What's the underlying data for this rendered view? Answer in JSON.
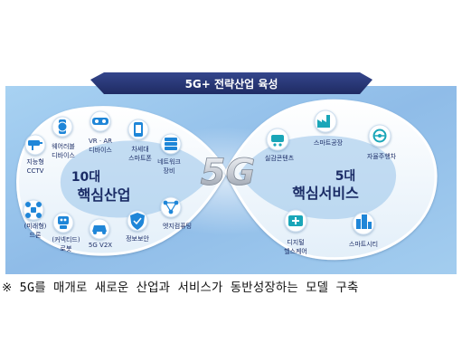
{
  "title": "5G+ 전략산업 육성",
  "center_label": "5G",
  "left_loop": {
    "count": "10대",
    "name": "핵심산업"
  },
  "right_loop": {
    "count": "5대",
    "name": "핵심서비스"
  },
  "industries": [
    {
      "id": "cctv",
      "icon": "cctv-icon",
      "line1": "지능형",
      "line2": "CCTV"
    },
    {
      "id": "wear",
      "icon": "wearable-icon",
      "line1": "웨어러블",
      "line2": "디바이스"
    },
    {
      "id": "vrar",
      "icon": "vr-headset-icon",
      "line1": "VR · AR",
      "line2": "디바이스"
    },
    {
      "id": "phone",
      "icon": "smartphone-icon",
      "line1": "차세대",
      "line2": "스마트폰"
    },
    {
      "id": "network",
      "icon": "server-icon",
      "line1": "네트워크",
      "line2": "장비"
    },
    {
      "id": "drone",
      "icon": "drone-icon",
      "line1": "(미래형)",
      "line2": "드론"
    },
    {
      "id": "robot",
      "icon": "robot-icon",
      "line1": "(커넥티드)",
      "line2": "로봇"
    },
    {
      "id": "v2x",
      "icon": "car-icon",
      "line1": "5G V2X",
      "line2": ""
    },
    {
      "id": "security",
      "icon": "shield-icon",
      "line1": "정보보안",
      "line2": ""
    },
    {
      "id": "edge",
      "icon": "edge-computing-icon",
      "line1": "엣지컴퓨팅",
      "line2": ""
    }
  ],
  "services": [
    {
      "id": "content",
      "icon": "content-icon",
      "line1": "실감콘텐츠",
      "line2": ""
    },
    {
      "id": "factory",
      "icon": "factory-icon",
      "line1": "스마트공장",
      "line2": ""
    },
    {
      "id": "auto",
      "icon": "steering-icon",
      "line1": "자율주행차",
      "line2": ""
    },
    {
      "id": "health",
      "icon": "medical-kit-icon",
      "line1": "디지털",
      "line2": "헬스케어"
    },
    {
      "id": "city",
      "icon": "city-icon",
      "line1": "스마트시티",
      "line2": ""
    }
  ],
  "caption": "※ 5G를 매개로 새로운 산업과 서비스가 동반성장하는 모델 구축",
  "colors": {
    "title_banner": "#2b3a78",
    "background": "#9cc6ec",
    "icon_blue": "#1f86d8",
    "icon_teal": "#1aa6b8",
    "label_navy": "#1b2c66"
  }
}
